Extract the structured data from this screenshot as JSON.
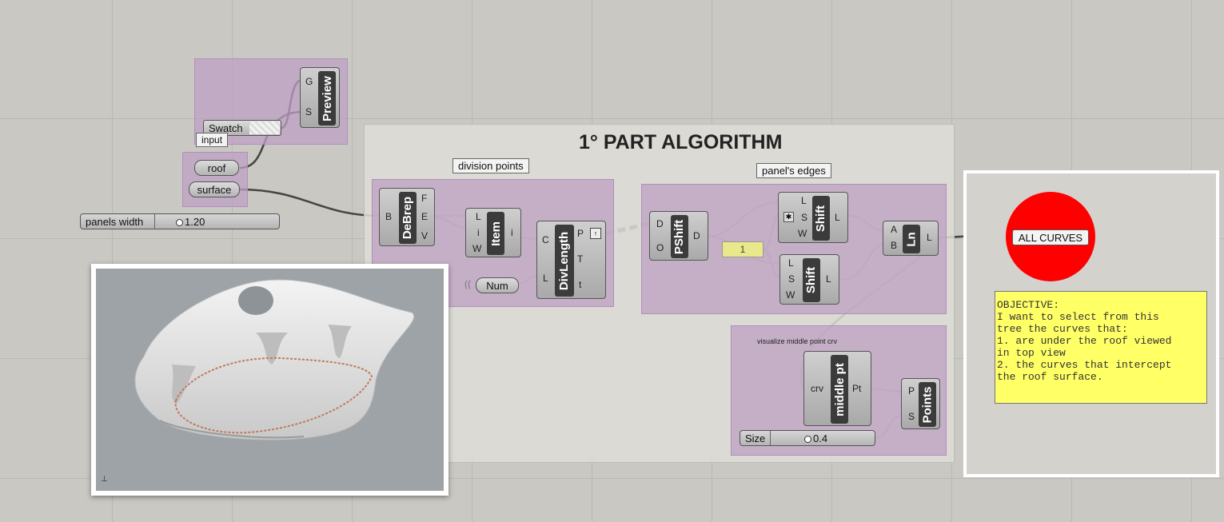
{
  "canvas": {
    "group_title": "1° PART ALGORITHM",
    "labels": {
      "division_points": "division points",
      "panels_edges": "panel's edges",
      "input": "input",
      "visualize": "visualize middle point crv"
    }
  },
  "preview_group": {
    "preview": {
      "name": "Preview",
      "inputs": [
        "G",
        "S"
      ]
    },
    "swatch": {
      "label": "Swatch"
    }
  },
  "params": {
    "roof": "roof",
    "surface": "surface",
    "num": "Num"
  },
  "sliders": {
    "panels_width": {
      "label": "panels width",
      "value": "1.20"
    },
    "size": {
      "label": "Size",
      "value": "0.4"
    }
  },
  "components": {
    "debrep": {
      "name": "DeBrep",
      "inputs": [
        "B"
      ],
      "outputs": [
        "F",
        "E",
        "V"
      ]
    },
    "item": {
      "name": "Item",
      "inputs": [
        "L",
        "i",
        "W"
      ],
      "outputs": [
        "i"
      ]
    },
    "divlength": {
      "name": "DivLength",
      "inputs": [
        "C",
        "L"
      ],
      "outputs": [
        "P",
        "T",
        "t"
      ]
    },
    "pshift": {
      "name": "PShift",
      "inputs": [
        "D",
        "O"
      ],
      "outputs": [
        "D"
      ]
    },
    "shift1": {
      "name": "Shift",
      "inputs": [
        "L",
        "S",
        "W"
      ],
      "outputs": [
        "L"
      ]
    },
    "shift2": {
      "name": "Shift",
      "inputs": [
        "L",
        "S",
        "W"
      ],
      "outputs": [
        "L"
      ]
    },
    "ln": {
      "name": "Ln",
      "inputs": [
        "A",
        "B"
      ],
      "outputs": [
        "L"
      ]
    },
    "middle_pt": {
      "name": "middle pt",
      "inputs": [
        "crv"
      ],
      "outputs": [
        "Pt"
      ]
    },
    "points": {
      "name": "Points",
      "inputs": [
        "P",
        "S"
      ]
    }
  },
  "panel_value": "1",
  "relay": {
    "label": "ALL CURVES"
  },
  "objective": {
    "lines": [
      "OBJECTIVE:",
      "I want to select from this",
      "tree the curves that:",
      "1. are under the roof viewed",
      "in top view",
      "2. the curves that intercept",
      "the roof surface."
    ]
  },
  "colors": {
    "group_pink": "#c0a2c4",
    "relay_red": "#ff0000",
    "note_yellow": "#ffff66",
    "component_dark": "#3b3b3b"
  }
}
